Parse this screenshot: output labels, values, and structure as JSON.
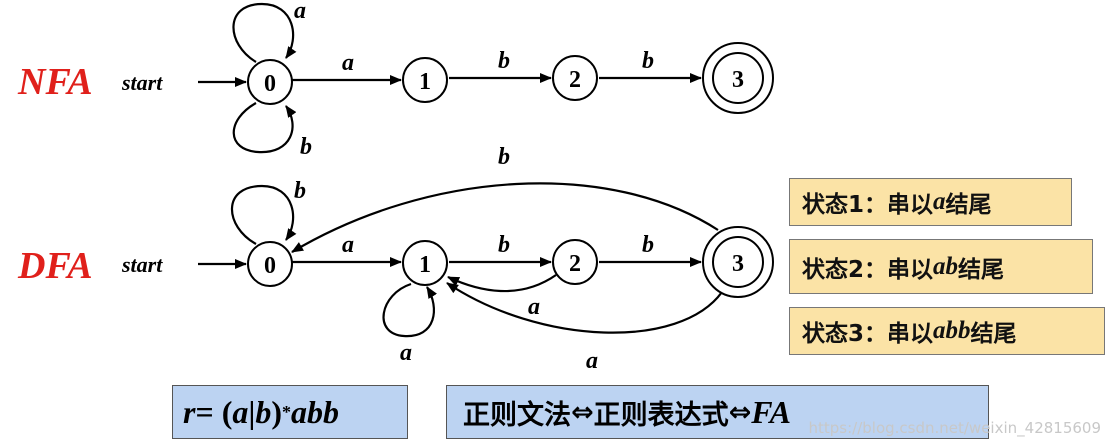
{
  "nfa": {
    "label": "NFA",
    "label_color": "#e0201b",
    "start": "start",
    "states": [
      "0",
      "1",
      "2",
      "3"
    ],
    "edges": {
      "loop_top": "a",
      "loop_bottom": "b",
      "e01": "a",
      "e12": "b",
      "e23": "b"
    }
  },
  "dfa": {
    "label": "DFA",
    "label_color": "#e0201b",
    "start": "start",
    "states": [
      "0",
      "1",
      "2",
      "3"
    ],
    "edges": {
      "loop0": "b",
      "e01": "a",
      "e12": "b",
      "e23": "b",
      "e30": "b",
      "e21": "a",
      "e31": "a",
      "loop1": "a"
    }
  },
  "notes": [
    {
      "prefix": "状态1：串以",
      "var": "a",
      "suffix": "结尾"
    },
    {
      "prefix": "状态2：串以",
      "var": "ab",
      "suffix": "结尾"
    },
    {
      "prefix": "状态3：串以",
      "var": "abb",
      "suffix": "结尾"
    }
  ],
  "note_color": "#fbe3a6",
  "formula_color": "#bcd3f2",
  "regex": {
    "lhs": "r",
    "eq": " = (",
    "a": "a",
    "bar": "|",
    "b": "b",
    "close": ")",
    "star": "*",
    "tail": "abb"
  },
  "equivalence": {
    "part1": "正则文法",
    "arrow1": " ⇔ ",
    "part2": "正则表达式",
    "arrow2": " ⇔ ",
    "part3": "FA"
  },
  "watermark": "https://blog.csdn.net/weixin_42815609"
}
